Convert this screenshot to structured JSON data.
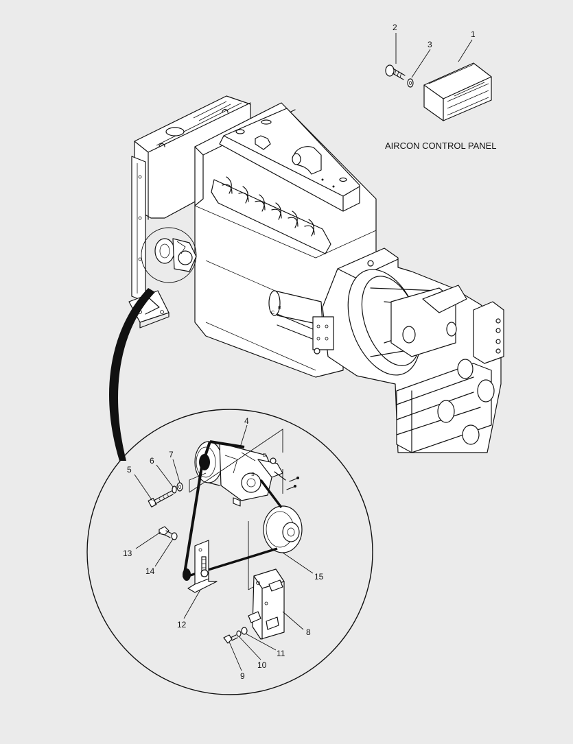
{
  "diagram": {
    "caption": "AIRCON CONTROL PANEL",
    "callouts": {
      "c1": "1",
      "c2": "2",
      "c3": "3",
      "c4": "4",
      "c5": "5",
      "c6": "6",
      "c7": "7",
      "c8": "8",
      "c9": "9",
      "c10": "10",
      "c11": "11",
      "c12": "12",
      "c13": "13",
      "c14": "14",
      "c15": "15"
    },
    "markers": {
      "b": "B",
      "c": "C",
      "d": "D",
      "s": "S"
    }
  }
}
